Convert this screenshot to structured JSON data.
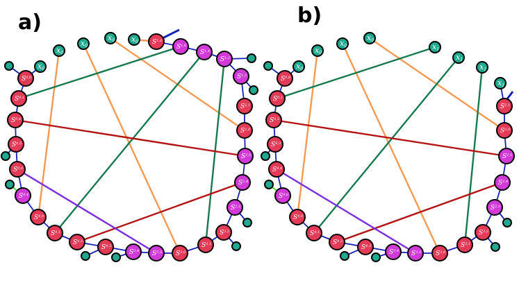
{
  "colors": {
    "red_node": "#e23a57",
    "magenta_node": "#d23ad8",
    "teal_node": "#1fa98f",
    "ring": "#1420b8",
    "orange": "#f59a52",
    "green": "#177a4e",
    "darkred": "#b41414",
    "purple": "#7a2ee0",
    "lime": "#52e04a"
  },
  "panels": [
    {
      "label": "a)",
      "nodes": [
        {
          "id": "a1",
          "kind": "s",
          "color": "red",
          "text": "S",
          "sub": "1,0"
        },
        {
          "id": "a2",
          "kind": "s",
          "color": "magenta",
          "text": "S",
          "sub": "1,6"
        },
        {
          "id": "a3",
          "kind": "s",
          "color": "magenta",
          "text": "S",
          "sub": "1,4"
        },
        {
          "id": "a4",
          "kind": "s",
          "color": "magenta",
          "text": "S",
          "sub": "1,2"
        },
        {
          "id": "a5",
          "kind": "s",
          "color": "magenta",
          "text": "S",
          "sub": "1,2"
        },
        {
          "id": "a6",
          "kind": "s",
          "color": "red",
          "text": "S",
          "sub": "2,1"
        },
        {
          "id": "a7",
          "kind": "s",
          "color": "red",
          "text": "S",
          "sub": "2,0"
        },
        {
          "id": "a8",
          "kind": "s",
          "color": "magenta",
          "text": "S",
          "sub": "2,5"
        },
        {
          "id": "a9",
          "kind": "s",
          "color": "magenta",
          "text": "S",
          "sub": "2,4"
        },
        {
          "id": "a10",
          "kind": "s",
          "color": "magenta",
          "text": "S",
          "sub": "2,3"
        },
        {
          "id": "a11",
          "kind": "s",
          "color": "red",
          "text": "S",
          "sub": "3,2"
        },
        {
          "id": "a12",
          "kind": "s",
          "color": "red",
          "text": "S",
          "sub": "3,1"
        },
        {
          "id": "a13",
          "kind": "s",
          "color": "red",
          "text": "S",
          "sub": "3,0"
        },
        {
          "id": "a14",
          "kind": "s",
          "color": "magenta",
          "text": "S",
          "sub": "3,5"
        },
        {
          "id": "a15",
          "kind": "s",
          "color": "magenta",
          "text": "S",
          "sub": "3,4"
        },
        {
          "id": "a16",
          "kind": "s",
          "color": "red",
          "text": "S",
          "sub": "4,3"
        },
        {
          "id": "a17",
          "kind": "s",
          "color": "red",
          "text": "S",
          "sub": "4,2"
        },
        {
          "id": "a18",
          "kind": "s",
          "color": "red",
          "text": "S",
          "sub": "4,1"
        },
        {
          "id": "a19",
          "kind": "s",
          "color": "red",
          "text": "S",
          "sub": "4,0"
        },
        {
          "id": "a20",
          "kind": "s",
          "color": "magenta",
          "text": "S",
          "sub": "4,4"
        },
        {
          "id": "a21",
          "kind": "s",
          "color": "red",
          "text": "S",
          "sub": "0,6"
        },
        {
          "id": "a22",
          "kind": "s",
          "color": "red",
          "text": "S",
          "sub": "0,5"
        },
        {
          "id": "a23",
          "kind": "s",
          "color": "red",
          "text": "S",
          "sub": "0,4"
        },
        {
          "id": "a24",
          "kind": "s",
          "color": "red",
          "text": "S",
          "sub": "0,1"
        },
        {
          "id": "a25",
          "kind": "s",
          "color": "red",
          "text": "S",
          "sub": "0,0"
        },
        {
          "id": "ax1",
          "kind": "x",
          "color": "teal",
          "text": "x",
          "sub": "0"
        },
        {
          "id": "ax2",
          "kind": "x",
          "color": "teal",
          "text": "x",
          "sub": "0"
        },
        {
          "id": "ax3",
          "kind": "x",
          "color": "teal",
          "text": "x",
          "sub": "0"
        },
        {
          "id": "ax4",
          "kind": "x",
          "color": "teal",
          "text": "x",
          "sub": "0"
        },
        {
          "id": "ax5",
          "kind": "x",
          "color": "teal",
          "text": "x",
          "sub": "0"
        },
        {
          "id": "ad1",
          "kind": "dot",
          "color": "teal"
        },
        {
          "id": "ad2",
          "kind": "dot",
          "color": "teal"
        },
        {
          "id": "ad3",
          "kind": "dot",
          "color": "teal"
        },
        {
          "id": "ad4",
          "kind": "dot",
          "color": "teal"
        },
        {
          "id": "ad5",
          "kind": "dot",
          "color": "teal"
        },
        {
          "id": "ad6",
          "kind": "dot",
          "color": "teal"
        },
        {
          "id": "ad7",
          "kind": "dot",
          "color": "teal"
        },
        {
          "id": "ad8",
          "kind": "dot",
          "color": "teal"
        },
        {
          "id": "ad9",
          "kind": "dot",
          "color": "teal"
        }
      ]
    },
    {
      "label": "b)",
      "nodes": [
        {
          "id": "b1",
          "kind": "s",
          "color": "red",
          "text": "S",
          "sub": "2,1"
        },
        {
          "id": "b2",
          "kind": "s",
          "color": "red",
          "text": "S",
          "sub": "2,0"
        },
        {
          "id": "b3",
          "kind": "s",
          "color": "magenta",
          "text": "S",
          "sub": "2,5"
        },
        {
          "id": "b4",
          "kind": "s",
          "color": "magenta",
          "text": "S",
          "sub": "2,4"
        },
        {
          "id": "b5",
          "kind": "s",
          "color": "magenta",
          "text": "S",
          "sub": "2,3"
        },
        {
          "id": "b6",
          "kind": "s",
          "color": "red",
          "text": "S",
          "sub": "3,2"
        },
        {
          "id": "b7",
          "kind": "s",
          "color": "red",
          "text": "S",
          "sub": "3,1"
        },
        {
          "id": "b8",
          "kind": "s",
          "color": "red",
          "text": "S",
          "sub": "3,0"
        },
        {
          "id": "b9",
          "kind": "s",
          "color": "magenta",
          "text": "S",
          "sub": "3,5"
        },
        {
          "id": "b10",
          "kind": "s",
          "color": "magenta",
          "text": "S",
          "sub": "3,4"
        },
        {
          "id": "b11",
          "kind": "s",
          "color": "red",
          "text": "S",
          "sub": "4,3"
        },
        {
          "id": "b12",
          "kind": "s",
          "color": "red",
          "text": "S",
          "sub": "4,2"
        },
        {
          "id": "b13",
          "kind": "s",
          "color": "red",
          "text": "S",
          "sub": "4,1"
        },
        {
          "id": "b14",
          "kind": "s",
          "color": "red",
          "text": "S",
          "sub": "4,0"
        },
        {
          "id": "b15",
          "kind": "s",
          "color": "magenta",
          "text": "S",
          "sub": "4,6"
        },
        {
          "id": "b16",
          "kind": "s",
          "color": "red",
          "text": "S",
          "sub": "4,4"
        },
        {
          "id": "b17",
          "kind": "s",
          "color": "red",
          "text": "S",
          "sub": "4,3"
        },
        {
          "id": "b18",
          "kind": "s",
          "color": "red",
          "text": "S",
          "sub": "0,5"
        },
        {
          "id": "b19",
          "kind": "s",
          "color": "red",
          "text": "S",
          "sub": "0,1"
        },
        {
          "id": "b20",
          "kind": "s",
          "color": "red",
          "text": "S",
          "sub": "0,0"
        },
        {
          "id": "bx1",
          "kind": "x",
          "color": "teal",
          "text": "x",
          "sub": "0"
        },
        {
          "id": "bx2",
          "kind": "x",
          "color": "teal",
          "text": "x",
          "sub": "0"
        },
        {
          "id": "bx3",
          "kind": "x",
          "color": "teal",
          "text": "x",
          "sub": "0"
        },
        {
          "id": "bx4",
          "kind": "x",
          "color": "teal",
          "text": "x",
          "sub": "0"
        },
        {
          "id": "bx5",
          "kind": "x",
          "color": "teal",
          "text": "x",
          "sub": "1"
        },
        {
          "id": "bx6",
          "kind": "x",
          "color": "teal",
          "text": "x",
          "sub": "1"
        },
        {
          "id": "bx7",
          "kind": "x",
          "color": "teal",
          "text": "x",
          "sub": "1"
        },
        {
          "id": "bx8",
          "kind": "x",
          "color": "teal",
          "text": "x",
          "sub": "1"
        },
        {
          "id": "bd1",
          "kind": "dot",
          "color": "teal"
        },
        {
          "id": "bd2",
          "kind": "dot",
          "color": "teal"
        },
        {
          "id": "bd3",
          "kind": "dot",
          "color": "teal"
        },
        {
          "id": "bd4",
          "kind": "dot",
          "color": "teal"
        },
        {
          "id": "bd5",
          "kind": "dot",
          "color": "teal"
        },
        {
          "id": "bd6",
          "kind": "dot",
          "color": "teal"
        },
        {
          "id": "bd7",
          "kind": "dot",
          "color": "teal"
        }
      ]
    }
  ]
}
